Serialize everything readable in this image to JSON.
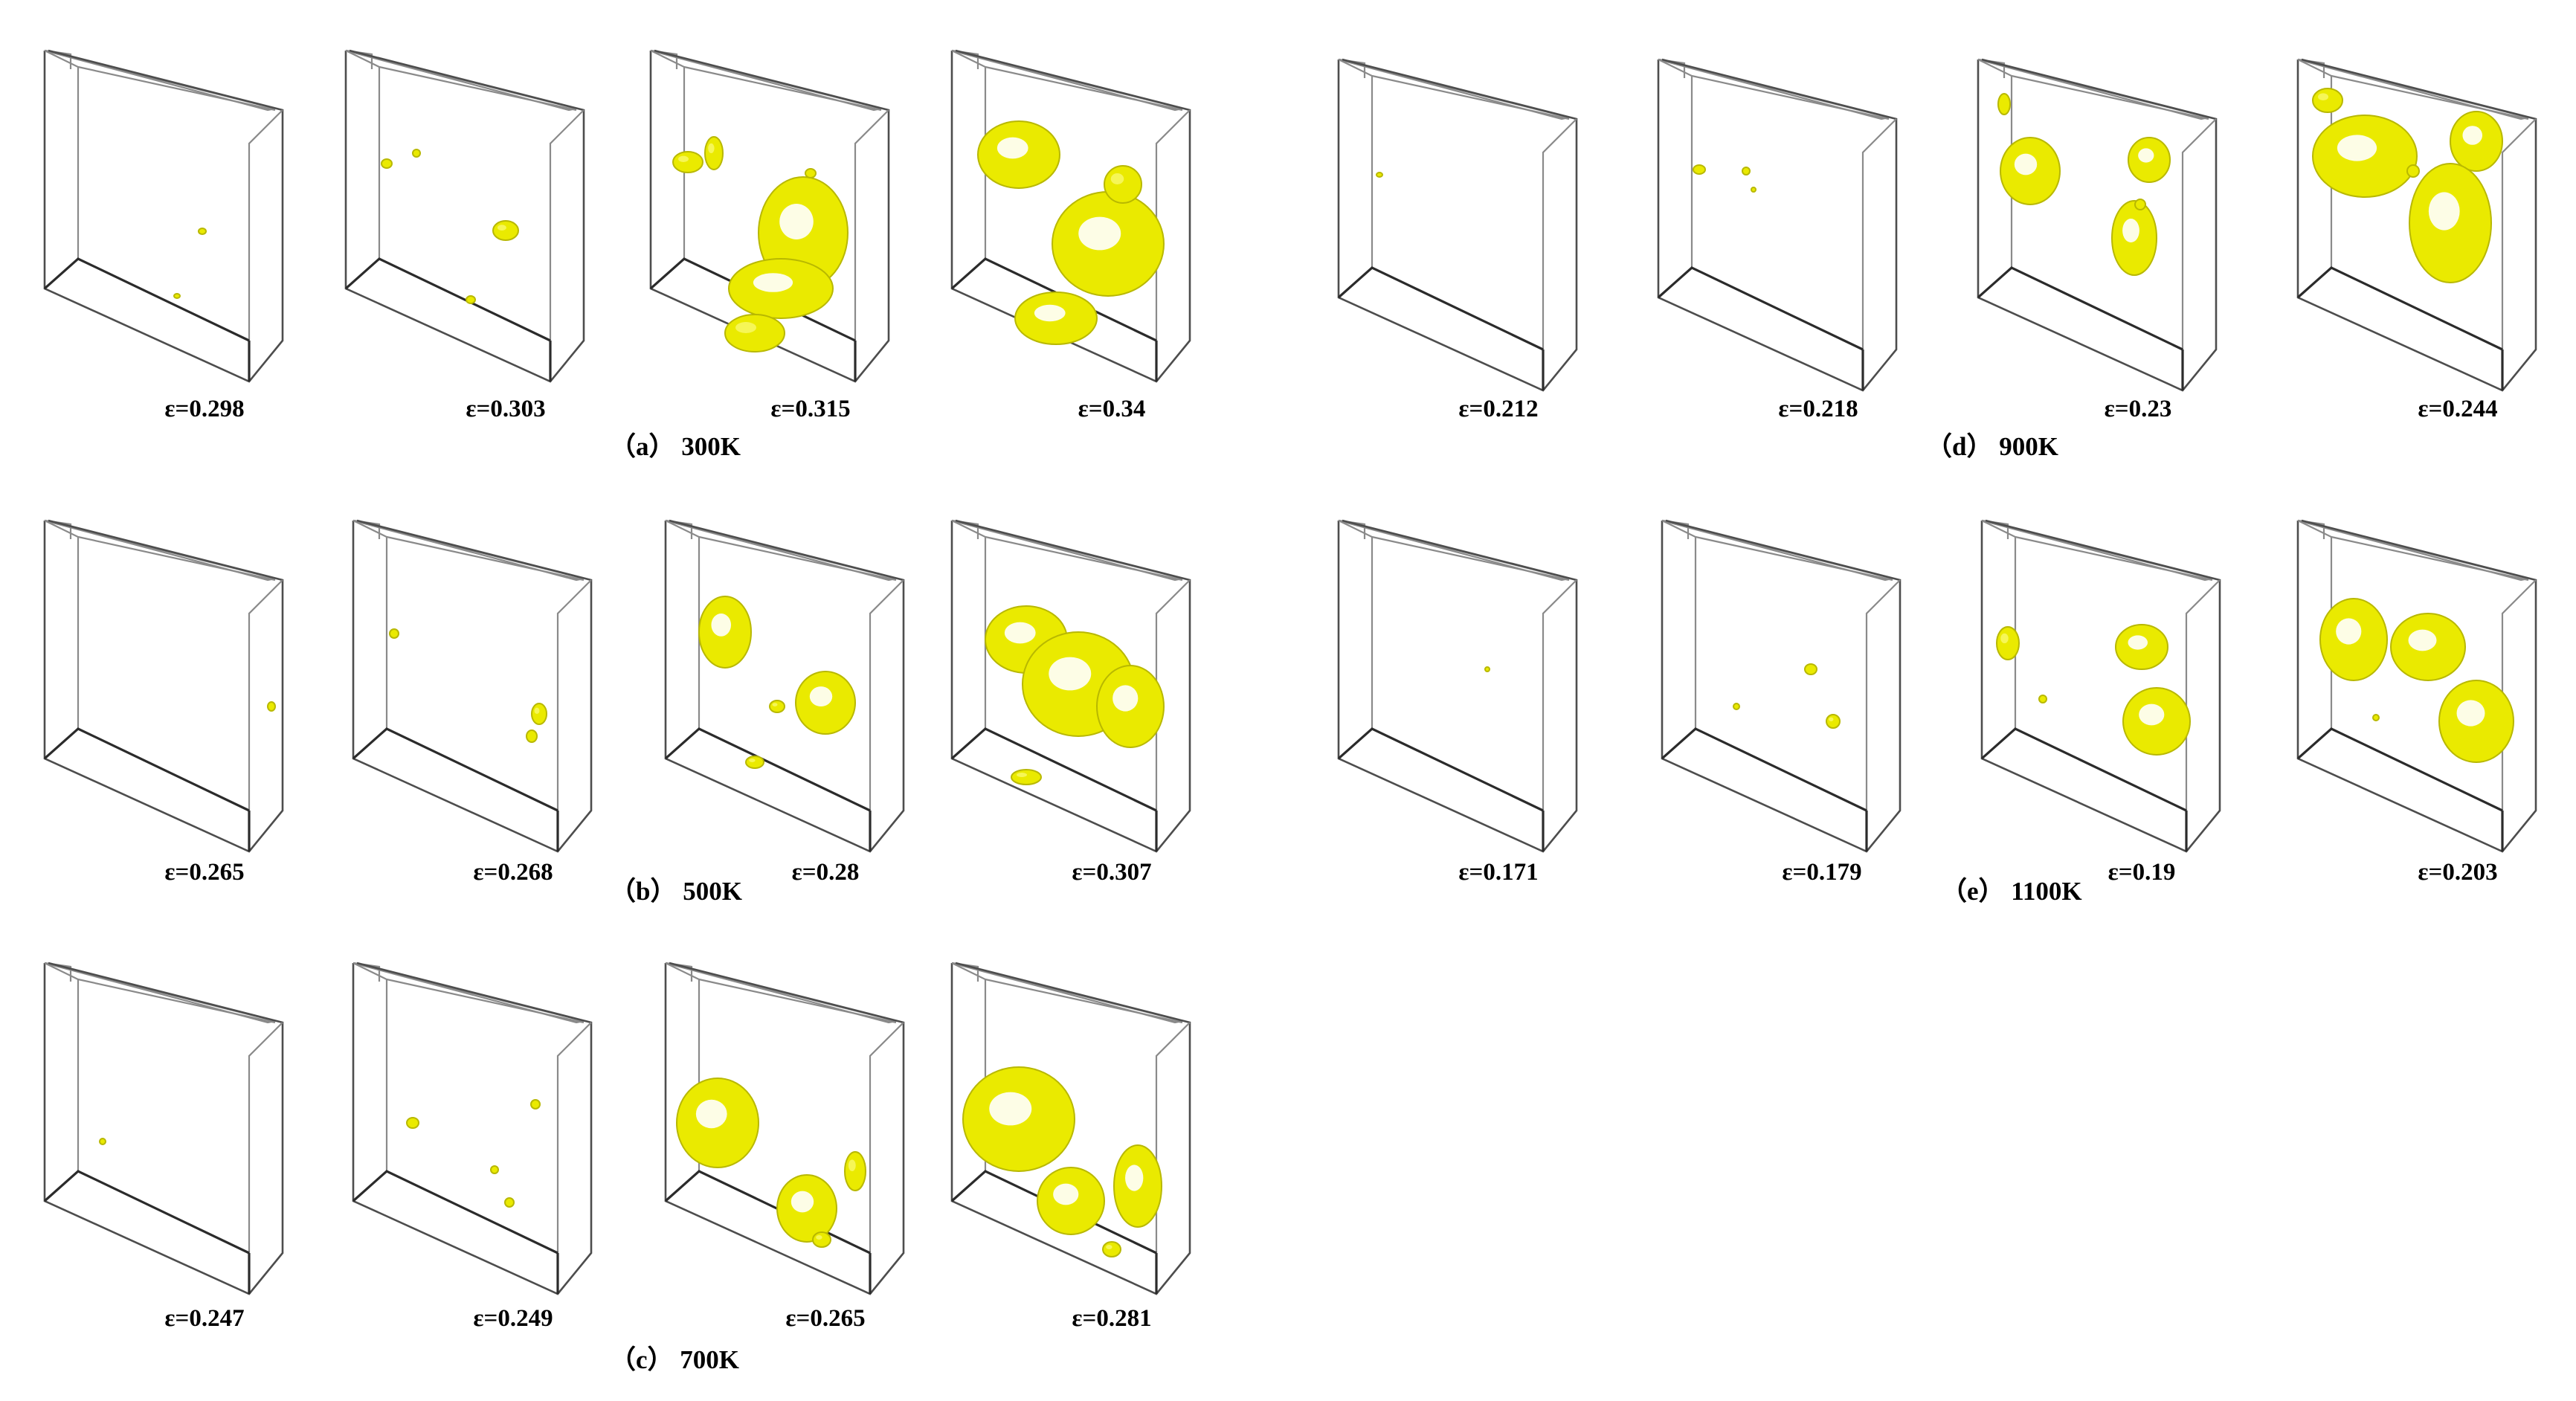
{
  "groups": [
    {
      "caption": "（a） 300K",
      "strains": [
        "ε=0.298",
        "ε=0.303",
        "ε=0.315",
        "ε=0.34"
      ]
    },
    {
      "caption": "（b） 500K",
      "strains": [
        "ε=0.265",
        "ε=0.268",
        "ε=0.28",
        "ε=0.307"
      ]
    },
    {
      "caption": "（c） 700K",
      "strains": [
        "ε=0.247",
        "ε=0.249",
        "ε=0.265",
        "ε=0.281"
      ]
    },
    {
      "caption": "（d） 900K",
      "strains": [
        "ε=0.212",
        "ε=0.218",
        "ε=0.23",
        "ε=0.244"
      ]
    },
    {
      "caption": "（e） 1100K",
      "strains": [
        "ε=0.171",
        "ε=0.179",
        "ε=0.19",
        "ε=0.203"
      ]
    }
  ],
  "colors": {
    "void": "#eaea00",
    "box_edge": "#4d4d4d",
    "background": "#ffffff"
  }
}
